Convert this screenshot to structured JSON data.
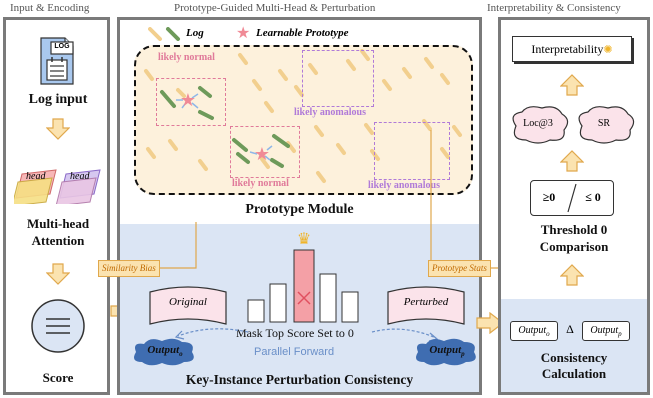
{
  "sections": {
    "left_title": "Input & Encoding",
    "middle_title": "Prototype-Guided Multi-Head  & Perturbation",
    "right_title": "Interpretability & Consistency"
  },
  "left": {
    "log_icon_text": "LOG",
    "log_input": "Log input",
    "head1": "head",
    "head2": "head",
    "attention_line1": "Multi-head",
    "attention_line2": "Attention",
    "score": "Score"
  },
  "prototype": {
    "legend_log": "Log",
    "legend_proto": "Learnable Prototype",
    "likely_normal_1": "likely normal",
    "likely_normal_2": "likely normal",
    "likely_anomalous_1": "likely anomalous",
    "likely_anomalous_2": "likely anomalous",
    "module_label": "Prototype Module"
  },
  "perturbation": {
    "similarity_bias": "Similarity Bias",
    "prototype_stats": "Prototype Stats",
    "original": "Original",
    "perturbed": "Perturbed",
    "mask_text": "Mask Top Score Set to 0",
    "parallel_forward": "Parallel Forward",
    "output_o": "Output",
    "output_o_sub": "o",
    "output_p": "Output",
    "output_p_sub": "p",
    "title": "Key-Instance Perturbation Consistency"
  },
  "right": {
    "interpretability": "Interpretability",
    "loc": "Loc@3",
    "sr": "SR",
    "geq": "≥0",
    "leq": "≤ 0",
    "threshold_line1": "Threshold 0",
    "threshold_line2": "Comparison",
    "out_o": "Output",
    "out_o_sub": "o",
    "delta": "Δ",
    "out_p": "Output",
    "out_p_sub": "p",
    "consistency_line1": "Consistency",
    "consistency_line2": "Calculation"
  },
  "colors": {
    "border": "#7a7a7a",
    "blue_region": "#dbe5f4",
    "beige_region": "#fdf1dc",
    "arrow_fill": "#fbe3b0",
    "arrow_stroke": "#e0a84c",
    "normal_pink": "#e07a9a",
    "anomalous_purple": "#b07ad8",
    "log_green": "#6e9a5a",
    "log_beige": "#f2cf8e",
    "prototype_star": "#f08a96"
  }
}
